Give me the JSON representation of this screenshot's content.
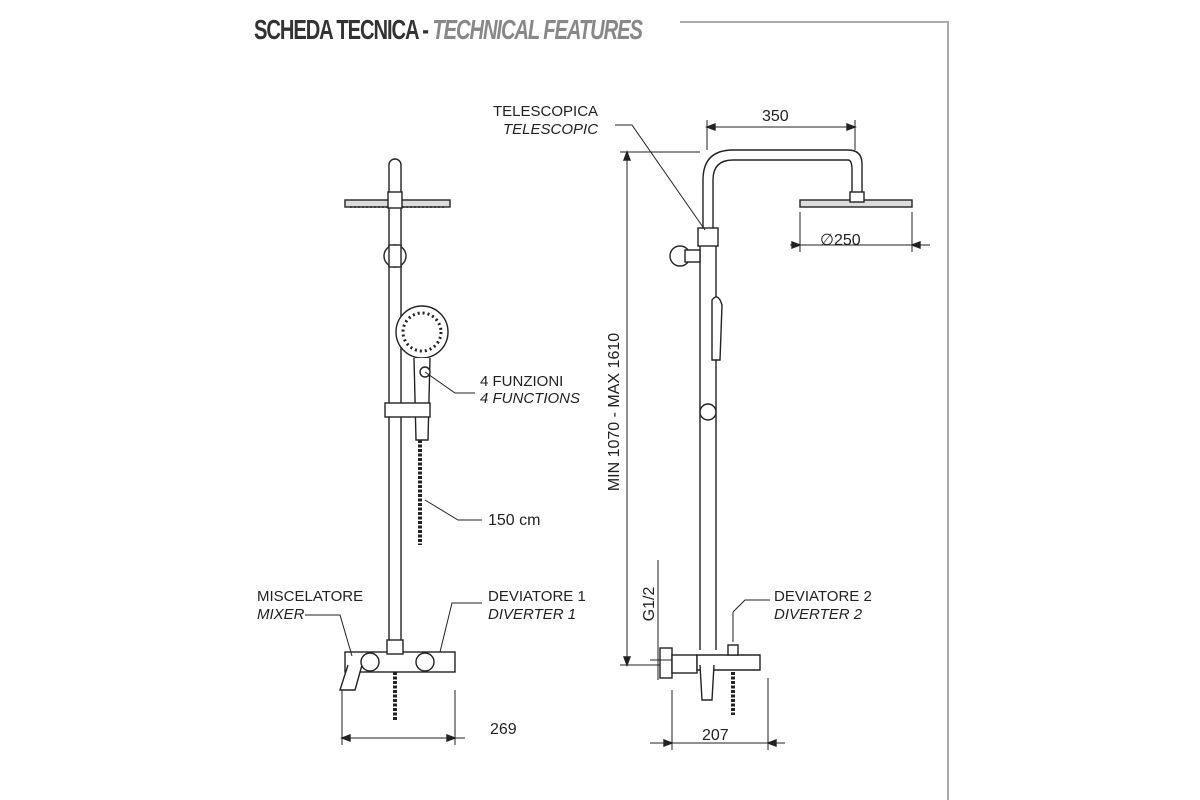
{
  "title": {
    "main": "SCHEDA TECNICA -",
    "sub": "TECHNICAL FEATURES"
  },
  "labels": {
    "telescopic_it": "TELESCOPICA",
    "telescopic_en": "TELESCOPIC",
    "functions_it": "4 FUNZIONI",
    "functions_en": "4 FUNCTIONS",
    "hose": "150 cm",
    "mixer_it": "MISCELATORE",
    "mixer_en": "MIXER",
    "diverter1_it": "DEVIATORE 1",
    "diverter1_en": "DIVERTER 1",
    "diverter2_it": "DEVIATORE 2",
    "diverter2_en": "DIVERTER 2"
  },
  "dimensions": {
    "arm": "350",
    "head_diameter": "∅250",
    "height": "MIN 1070 - MAX 1610",
    "thread": "G1/2",
    "front_width": "269",
    "side_depth": "207"
  }
}
